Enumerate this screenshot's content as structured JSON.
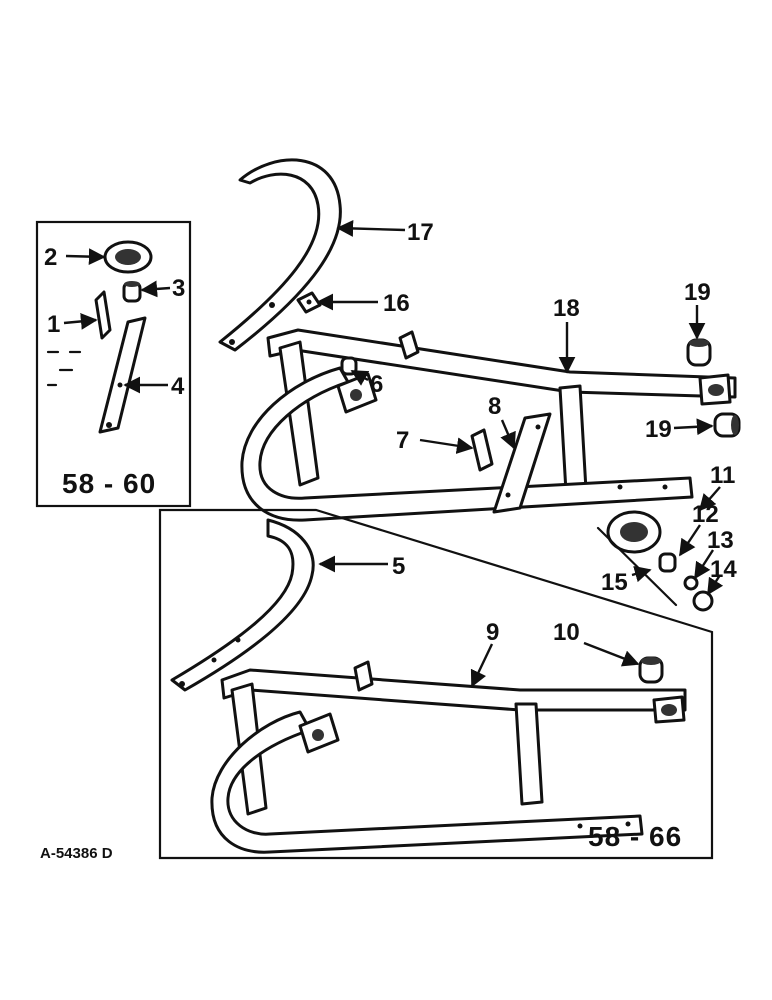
{
  "drawing_code": "A-54386 D",
  "callouts": {
    "c1": "1",
    "c2": "2",
    "c3": "3",
    "c4": "4",
    "c5": "5",
    "c6": "6",
    "c7": "7",
    "c8": "8",
    "c9": "9",
    "c10": "10",
    "c11": "11",
    "c12": "12",
    "c13": "13",
    "c14": "14",
    "c15": "15",
    "c16": "16",
    "c17": "17",
    "c18": "18",
    "c19a": "19",
    "c19b": "19"
  },
  "inset_small_label": "58 - 60",
  "inset_large_label": "58 - 66"
}
